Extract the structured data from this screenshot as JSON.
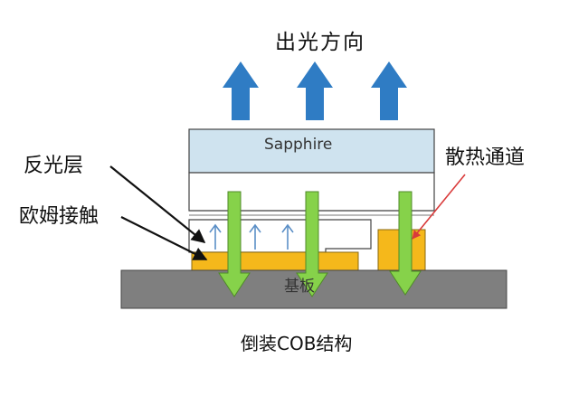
{
  "labels": {
    "light_direction": "出光方向",
    "reflective_layer": "反光层",
    "ohmic_contact": "欧姆接触",
    "heat_channel": "散热通道",
    "sapphire": "Sapphire",
    "substrate": "基板",
    "caption": "倒装COB结构"
  },
  "colors": {
    "light_arrow": "#2f7cc4",
    "sapphire_fill": "#cfe3ef",
    "green_arrow": "#86d24a",
    "contact_fill": "#f5b81b",
    "substrate_fill": "#7f7f7f",
    "heat_pointer": "#d93b3b",
    "pointer": "#111111"
  }
}
